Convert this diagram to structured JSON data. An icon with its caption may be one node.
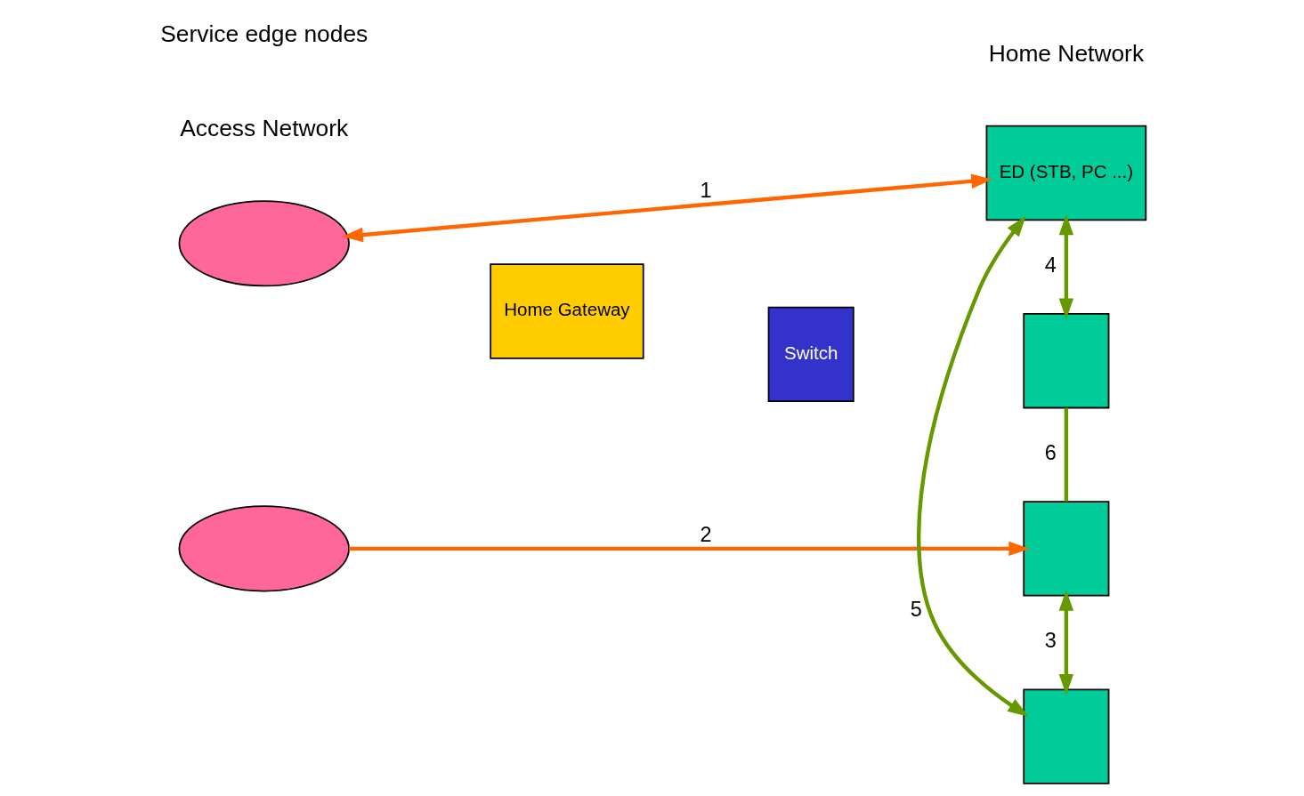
{
  "diagram": {
    "nodes": [
      {
        "text": [],
        "shape": "ellipse"
      },
      {
        "text": [],
        "shape": "ellipse"
      },
      {
        "text": [
          "Home Gateway"
        ]
      },
      {
        "text": [
          "Switch"
        ]
      },
      {
        "text": [
          "ED (STB, PC ...)"
        ]
      },
      {
        "text": [],
        "shape": "box"
      },
      {
        "text": [],
        "shape": "box"
      },
      {
        "text": [],
        "shape": "box"
      }
    ],
    "edges": [
      {
        "from": 0,
        "to": 4,
        "arrow": "both",
        "label": "1",
        "color": "#ff6600"
      },
      {
        "from": 1,
        "to": 6,
        "arrow": "to",
        "label": "2",
        "color": "#ff6600"
      },
      {
        "from": 6,
        "to": 7,
        "arrow": "both",
        "label": "3"
      },
      {
        "from": 5,
        "to": 4,
        "arrow": "both",
        "label": "4"
      },
      {
        "from": 4,
        "to": 7,
        "arrow": "both",
        "label": "5"
      },
      {
        "from": 5,
        "to": 6,
        "arrow": "none",
        "label": "6"
      }
    ],
    "labels": [
      "Access Network",
      "Home Network",
      "Service edge nodes"
    ]
  }
}
